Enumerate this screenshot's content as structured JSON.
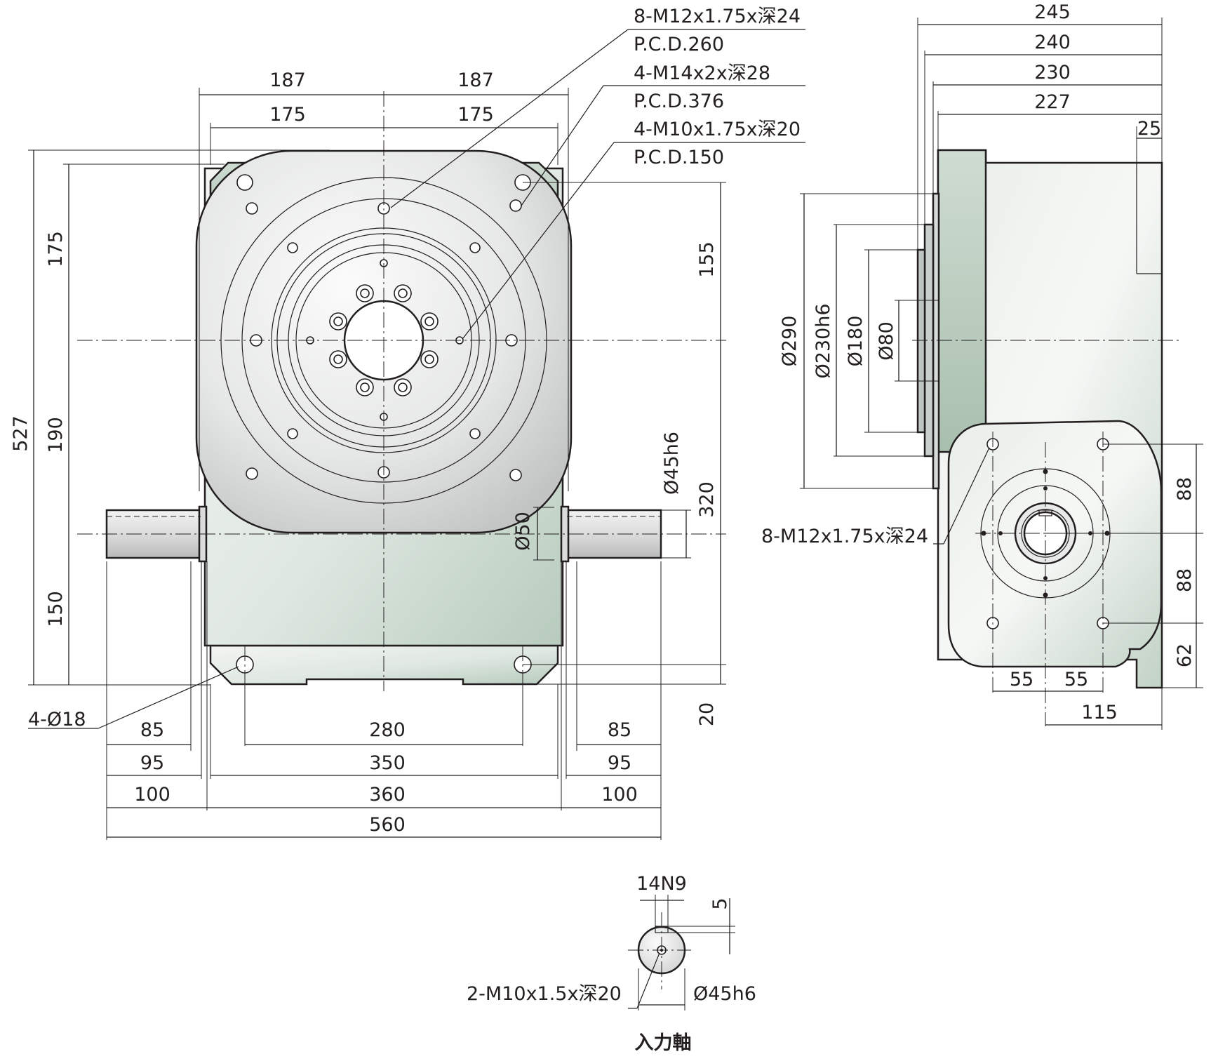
{
  "colors": {
    "ink": "#231f20",
    "housing_light": "#f3f5f2",
    "housing_green": "#b7cbbd",
    "dial_light": "#f4f4f4",
    "dial_dark": "#c2c5c4",
    "background": "#ffffff"
  },
  "front_view": {
    "dims": {
      "top_half_left": "187",
      "top_half_right": "187",
      "inner_half_left": "175",
      "inner_half_right": "175",
      "height_total": "527",
      "height_upper": "175",
      "height_middle": "190",
      "height_lower": "150",
      "right_upper": "155",
      "right_lower": "320",
      "right_base": "20",
      "shaft_dia": "Ø50",
      "shaft_dia_fit": "Ø45h6",
      "bottom_285": "280",
      "bottom_350": "350",
      "bottom_360": "360",
      "bottom_560": "560",
      "left_85": "85",
      "left_95": "95",
      "left_100": "100",
      "right_85": "85",
      "right_95": "95",
      "right_100": "100"
    },
    "callouts": {
      "holes_1": "8-M12x1.75x深24",
      "pcd_1": "P.C.D.260",
      "holes_2": "4-M14x2x深28",
      "pcd_2": "P.C.D.376",
      "holes_3": "4-M10x1.75x深20",
      "pcd_3": "P.C.D.150",
      "base_holes": "4-Ø18"
    }
  },
  "side_view": {
    "dims": {
      "w245": "245",
      "w240": "240",
      "w230": "230",
      "w227": "227",
      "w25": "25",
      "d290": "Ø290",
      "d230": "Ø230h6",
      "d180": "Ø180",
      "d80": "Ø80",
      "v88a": "88",
      "v88b": "88",
      "v62": "62",
      "h55a": "55",
      "h55b": "55",
      "h115": "115"
    },
    "callouts": {
      "holes": "8-M12x1.75x深24"
    }
  },
  "input_shaft": {
    "dims": {
      "key": "14N9",
      "depth": "5",
      "dia": "Ø45h6"
    },
    "callouts": {
      "holes": "2-M10x1.5x深20"
    },
    "label": "入力軸"
  }
}
